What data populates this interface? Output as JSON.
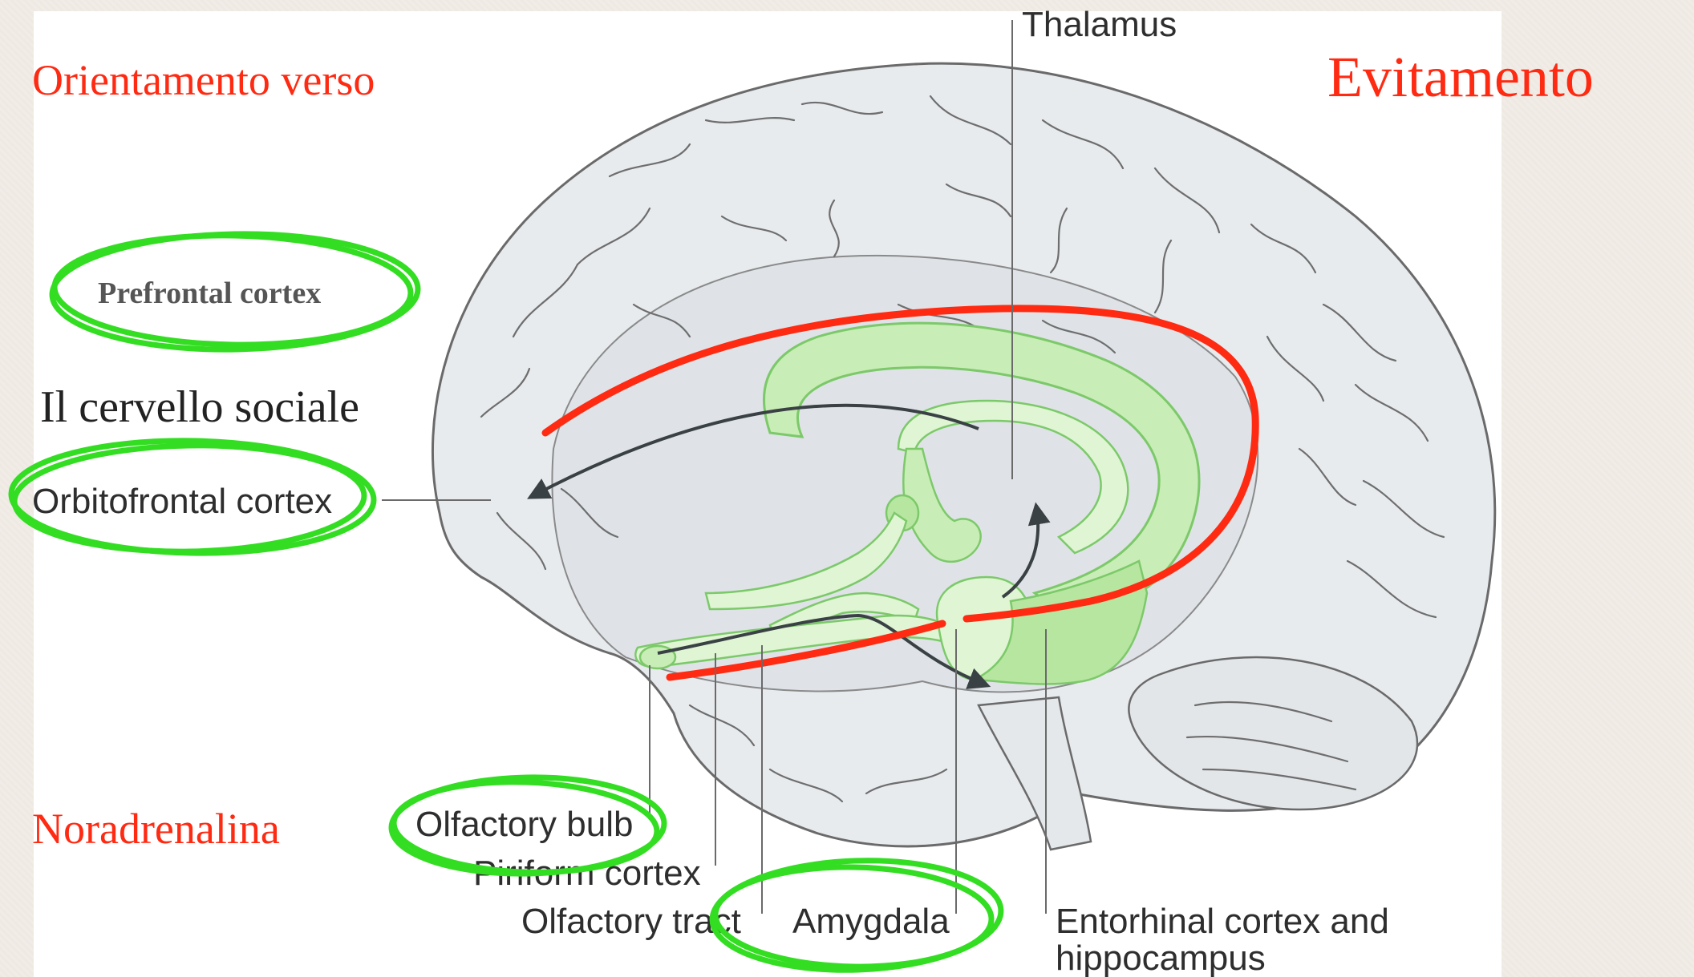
{
  "headings": {
    "orientamento": "Orientamento verso",
    "evitamento": "Evitamento",
    "cervello_sociale": "Il cervello sociale",
    "noradrenalina": "Noradrenalina"
  },
  "labels": {
    "thalamus": "Thalamus",
    "prefrontal_cortex": "Prefrontal cortex",
    "orbitofrontal_cortex": "Orbitofrontal cortex",
    "olfactory_bulb": "Olfactory bulb",
    "piriform_cortex": "Piriform cortex",
    "olfactory_tract": "Olfactory tract",
    "amygdala": "Amygdala",
    "entorhinal_line1": "Entorhinal cortex and",
    "entorhinal_line2": "hippocampus"
  },
  "colors": {
    "annotation_red": "#ff2a12",
    "highlight_green": "#33dd22",
    "limbic_fill": "#c9edb6",
    "limbic_stroke": "#7cc96a",
    "brain_fill": "#e8ebee",
    "background": "#f1ece6"
  }
}
